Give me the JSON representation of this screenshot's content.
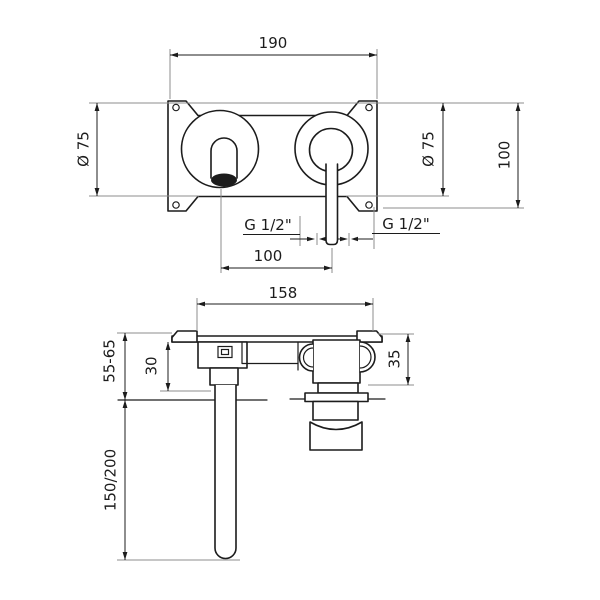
{
  "drawing": {
    "subject": "wall-mounted basin mixer installation diagram",
    "colors": {
      "line": "#1c1c1c",
      "extension_line": "#8c8c8c",
      "background": "#ffffff"
    },
    "front_view": {
      "overall_width": "190",
      "plate_height": "100",
      "left_escutcheon_diameter": "Ø 75",
      "right_escutcheon_diameter": "Ø 75",
      "centre_distance": "100",
      "left_connection_thread": "G 1/2\"",
      "right_connection_thread": "G 1/2\""
    },
    "side_view": {
      "body_width": "158",
      "recess_depth_range": "55-65",
      "spout_body_height": "30",
      "valve_projection": "35",
      "spout_drop_range": "150/200"
    }
  }
}
